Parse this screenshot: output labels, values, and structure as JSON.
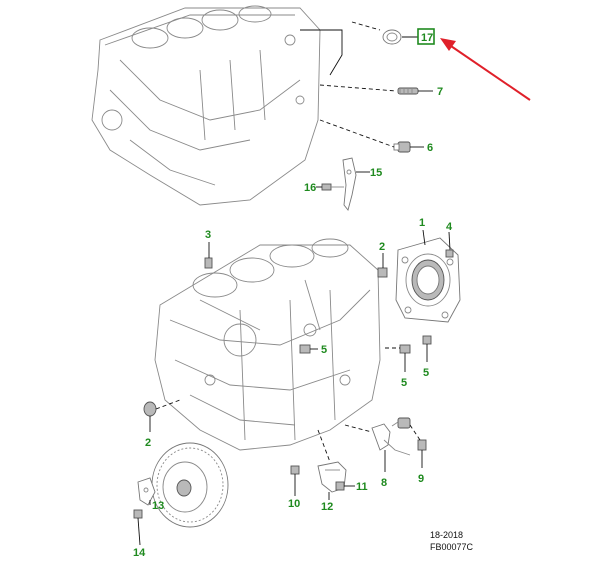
{
  "callouts": {
    "c1": "1",
    "c2a": "2",
    "c2b": "2",
    "c3": "3",
    "c4": "4",
    "c5a": "5",
    "c5b": "5",
    "c5c": "5",
    "c6": "6",
    "c7": "7",
    "c8": "8",
    "c9": "9",
    "c10": "10",
    "c11": "11",
    "c12": "12",
    "c13": "13",
    "c14": "14",
    "c15": "15",
    "c16": "16",
    "c17": "17"
  },
  "footer": {
    "year_code": "18-2018",
    "figure_id": "FB00077C"
  },
  "colors": {
    "callout_green": "#1f8a1f",
    "arrow_red": "#e0202a",
    "line_gray": "#8a8a8a"
  }
}
